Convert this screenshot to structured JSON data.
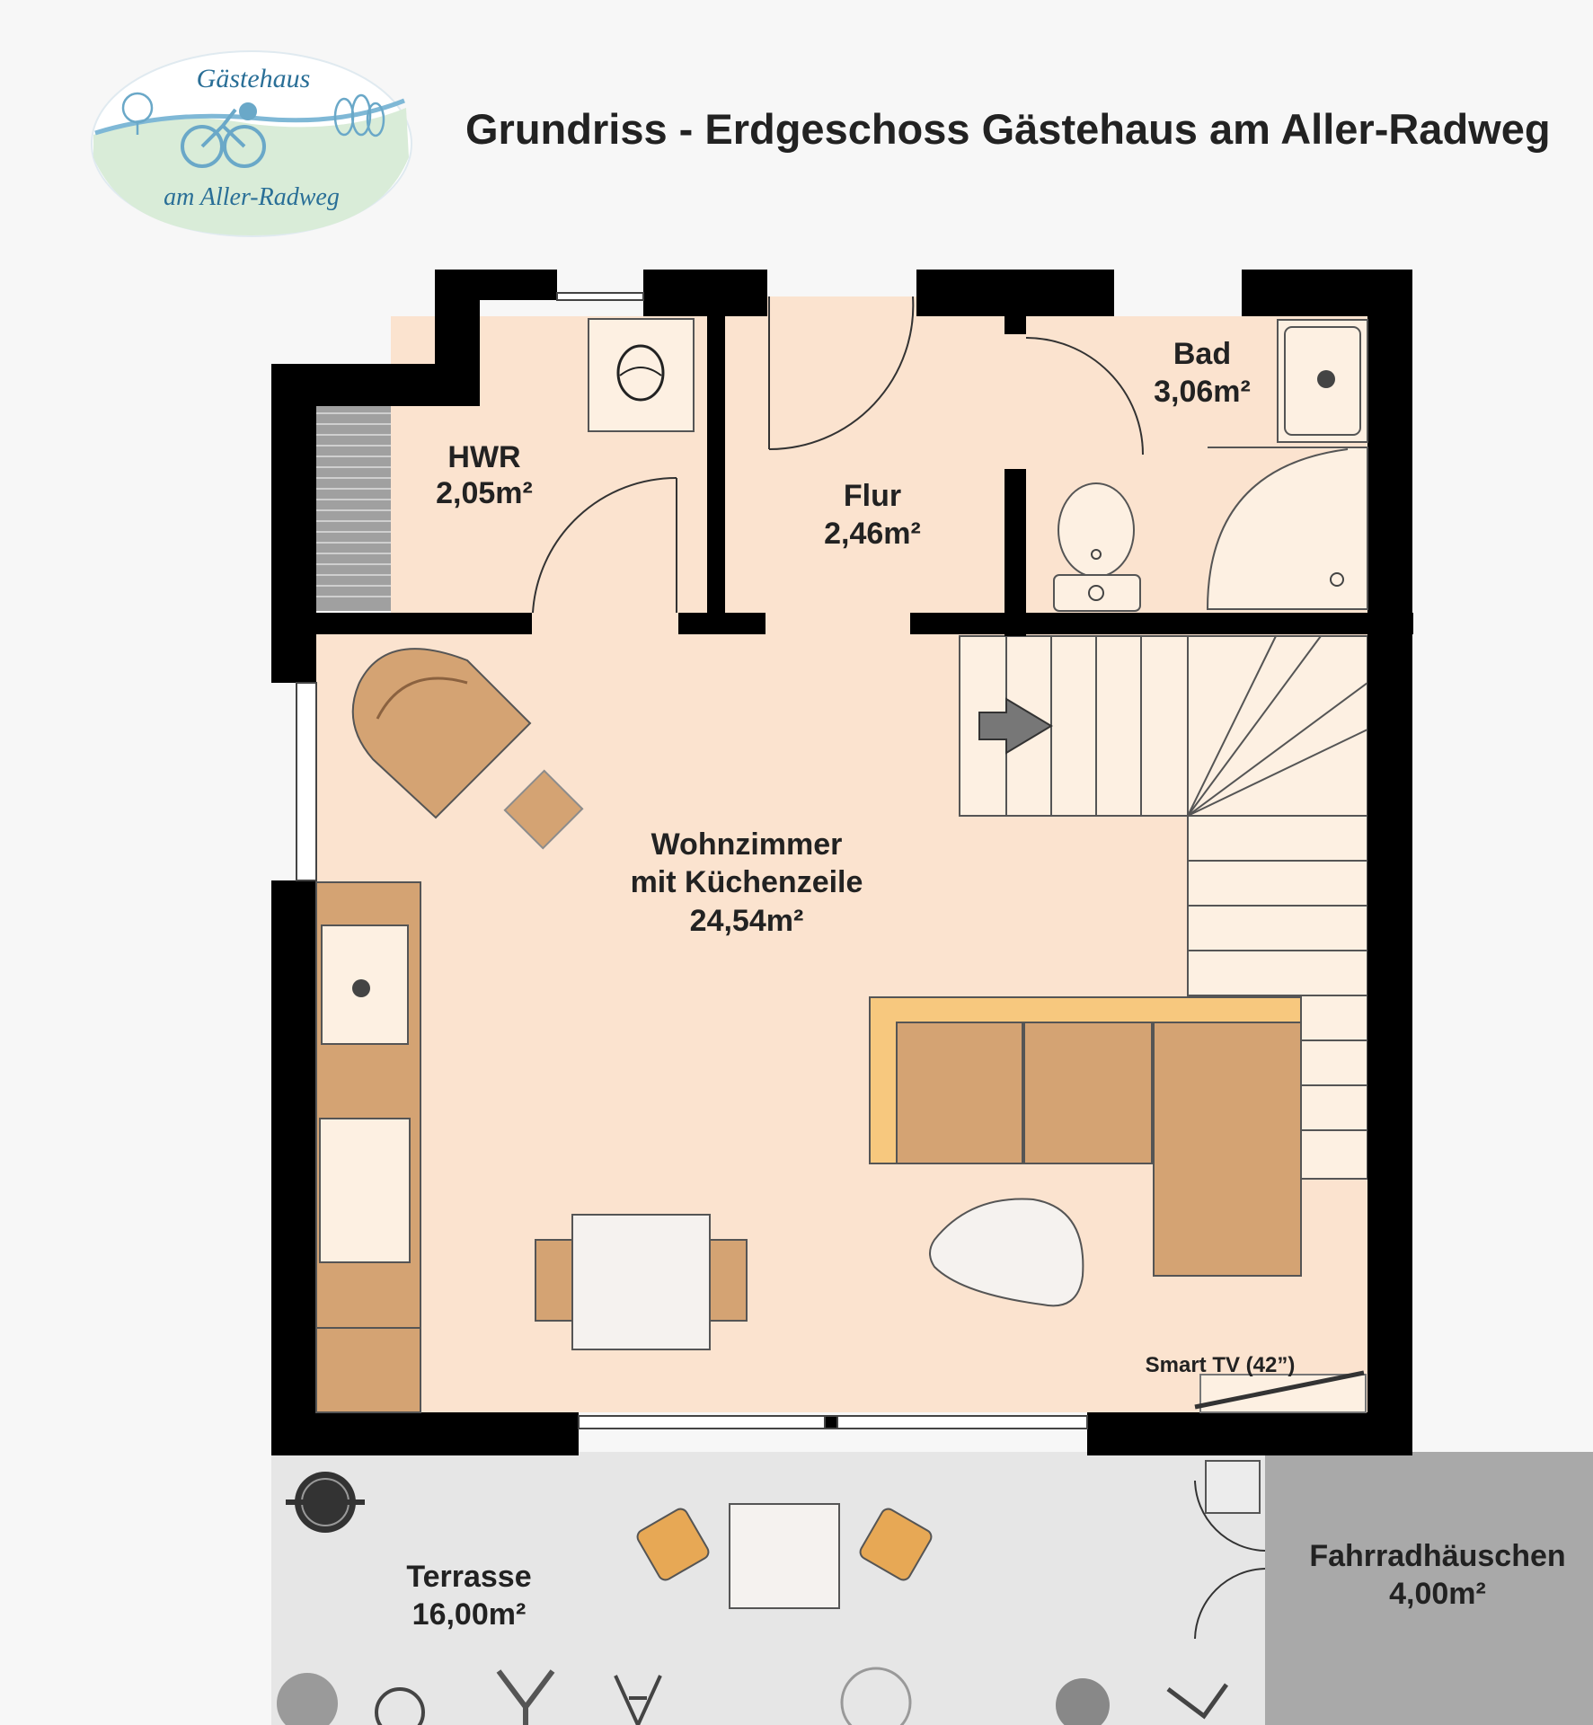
{
  "header": {
    "title": "Grundriss - Erdgeschoss Gästehaus am Aller-Radweg",
    "logo_line1": "Gästehaus",
    "logo_line2": "am Aller-Radweg"
  },
  "rooms": {
    "hwr": {
      "name": "HWR",
      "area": "2,05m²"
    },
    "flur": {
      "name": "Flur",
      "area": "2,46m²"
    },
    "bad": {
      "name": "Bad",
      "area": "3,06m²"
    },
    "wohnzimmer": {
      "name_line1": "Wohnzimmer",
      "name_line2": "mit Küchenzeile",
      "area": "24,54m²"
    },
    "terrasse": {
      "name": "Terrasse",
      "area": "16,00m²"
    },
    "fahrradhaeuschen": {
      "name": "Fahrradhäuschen",
      "area": "4,00m²"
    }
  },
  "labels": {
    "tv": "Smart TV (42”)"
  },
  "colors": {
    "floor": "#fbe3cf",
    "wall": "#000000",
    "furniture": "#d4a373",
    "terrace": "#e6e6e6",
    "shed": "#a9a9a9",
    "logo_text": "#2a6f97"
  }
}
